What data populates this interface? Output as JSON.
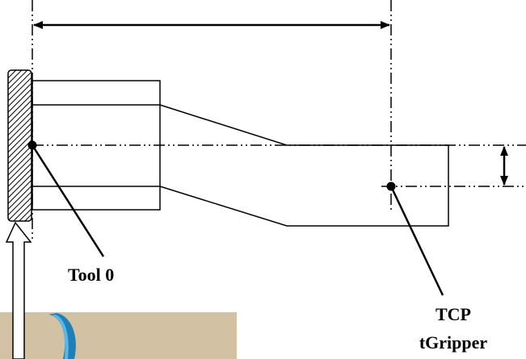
{
  "labels": {
    "tool0": "Tool 0",
    "tcp_line1": "TCP",
    "tcp_line2": "tGripper"
  },
  "colors": {
    "stroke": "#000000",
    "photo_bg": "#d2c1a2",
    "photo_tube": "#1f7fb8",
    "photo_tube_light": "#5fb6e3",
    "arrow_fill": "#ffffff"
  },
  "icons": {
    "flange": "hatched-flange-icon",
    "origin_point": "filled-dot-icon",
    "tcp_point": "filled-dot-icon",
    "dimension": "double-headed-arrow-icon",
    "reference": "hollow-arrow-icon"
  }
}
